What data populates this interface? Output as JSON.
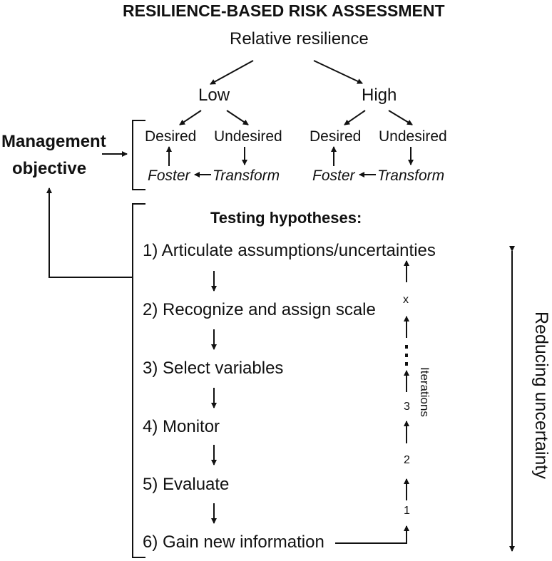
{
  "title": "RESILIENCE-BASED RISK ASSESSMENT",
  "subtitle": "Relative resilience",
  "branches": {
    "low": {
      "label": "Low",
      "desired": "Desired",
      "undesired": "Undesired",
      "foster": "Foster",
      "transform": "Transform"
    },
    "high": {
      "label": "High",
      "desired": "Desired",
      "undesired": "Undesired",
      "foster": "Foster",
      "transform": "Transform"
    }
  },
  "management_objective": {
    "line1": "Management",
    "line2": "objective"
  },
  "testing": {
    "title": "Testing hypotheses:",
    "steps": [
      "1) Articulate assumptions/uncertainties",
      "2) Recognize and assign scale",
      "3) Select variables",
      "4) Monitor",
      "5) Evaluate",
      "6) Gain new information"
    ]
  },
  "iterations": {
    "label": "Iterations",
    "markers": [
      "1",
      "2",
      "3",
      "x"
    ]
  },
  "reducing_uncertainty": "Reducing uncertainty"
}
